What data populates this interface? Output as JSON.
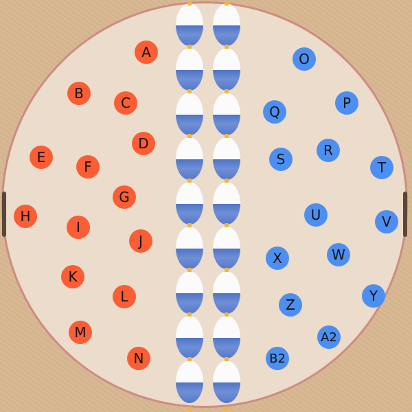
{
  "game": {
    "colors": {
      "red_team": "#fb5d34",
      "blue_team": "#4d8ff0",
      "arena": "#ebdccb",
      "arena_border": "#cf8c80",
      "background": "#d8b792",
      "buoy_white": "#fbfbfb",
      "buoy_blue": "#5778c8",
      "knot": "#f0b63c"
    },
    "red_team": [
      {
        "label": "A"
      },
      {
        "label": "B"
      },
      {
        "label": "C"
      },
      {
        "label": "D"
      },
      {
        "label": "E"
      },
      {
        "label": "F"
      },
      {
        "label": "G"
      },
      {
        "label": "H"
      },
      {
        "label": "I"
      },
      {
        "label": "J"
      },
      {
        "label": "K"
      },
      {
        "label": "L"
      },
      {
        "label": "M"
      },
      {
        "label": "N"
      }
    ],
    "blue_team": [
      {
        "label": "O"
      },
      {
        "label": "P"
      },
      {
        "label": "Q"
      },
      {
        "label": "R"
      },
      {
        "label": "S"
      },
      {
        "label": "T"
      },
      {
        "label": "U"
      },
      {
        "label": "V"
      },
      {
        "label": "W"
      },
      {
        "label": "X"
      },
      {
        "label": "Y"
      },
      {
        "label": "Z"
      },
      {
        "label": "A2"
      },
      {
        "label": "B2"
      }
    ]
  }
}
